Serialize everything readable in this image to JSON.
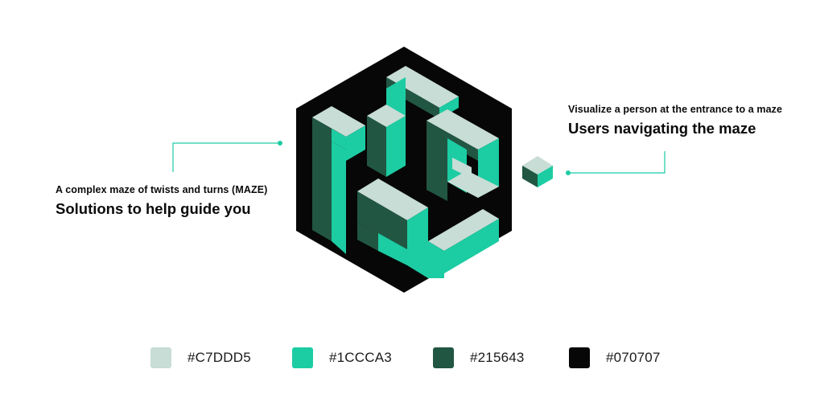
{
  "callouts": {
    "left": {
      "subtitle": "A complex maze of twists and turns (MAZE)",
      "title": "Solutions to help guide you"
    },
    "right": {
      "subtitle": "Visualize a person at the entrance to a maze",
      "title": "Users navigating the maze"
    }
  },
  "colors": {
    "light": "#C7DDD5",
    "accent": "#1CCCA3",
    "dark": "#215643",
    "black": "#070707",
    "connector": "#1CCCA3"
  },
  "palette": [
    {
      "hex": "#C7DDD5",
      "label": "#C7DDD5"
    },
    {
      "hex": "#1CCCA3",
      "label": "#1CCCA3"
    },
    {
      "hex": "#215643",
      "label": "#215643"
    },
    {
      "hex": "#070707",
      "label": "#070707"
    }
  ],
  "icons": {
    "logo": "isometric-maze-hexagon-logo",
    "cube": "isometric-cube-icon"
  }
}
